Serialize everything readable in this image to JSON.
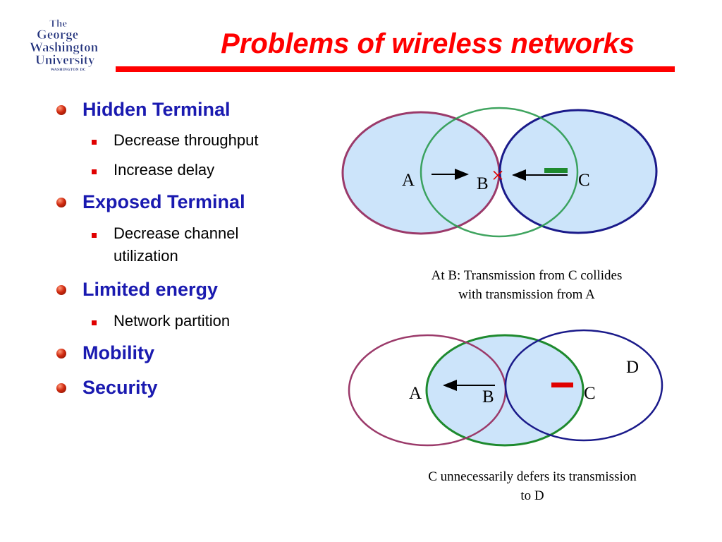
{
  "logo": {
    "lines": [
      "The",
      "George",
      "Washington",
      "University"
    ],
    "subline": "WASHINGTON DC"
  },
  "title": "Problems of wireless networks",
  "colors": {
    "title": "#ff0000",
    "heading": "#1a1ab0",
    "bullet_square": "#e00000",
    "circle_A": "#9b3a6a",
    "circle_B": "#1e8a2e",
    "circle_C": "#1a1a8a",
    "fill": "#cce4fa"
  },
  "bullets": [
    {
      "label": "Hidden Terminal",
      "sub": [
        "Decrease throughput",
        "Increase delay"
      ]
    },
    {
      "label": "Exposed Terminal",
      "sub": [
        "Decrease channel utilization"
      ]
    },
    {
      "label": "Limited energy",
      "sub": [
        "Network partition"
      ]
    },
    {
      "label": "Mobility",
      "sub": []
    },
    {
      "label": "Security",
      "sub": []
    }
  ],
  "diagram1": {
    "nodes": {
      "a": "A",
      "b": "B",
      "c": "C"
    },
    "collision_mark": "×",
    "caption_line1": "At B: Transmission from C collides",
    "caption_line2": "with transmission from A"
  },
  "diagram2": {
    "nodes": {
      "a": "A",
      "b": "B",
      "c": "C",
      "d": "D"
    },
    "caption_line1": "C unnecessarily defers its transmission",
    "caption_line2": "to D"
  }
}
